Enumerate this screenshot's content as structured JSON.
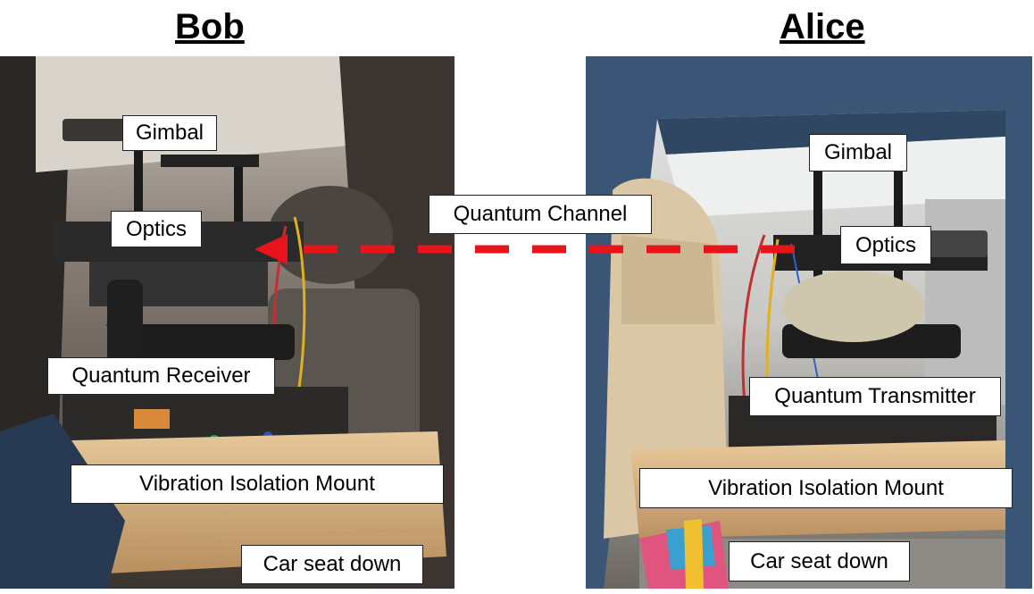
{
  "headings": {
    "left": "Bob",
    "right": "Alice"
  },
  "bob": {
    "gimbal": "Gimbal",
    "optics": "Optics",
    "receiver": "Quantum Receiver",
    "mount": "Vibration Isolation Mount",
    "seat": "Car seat down"
  },
  "alice": {
    "gimbal": "Gimbal",
    "optics": "Optics",
    "transmitter": "Quantum Transmitter",
    "mount": "Vibration Isolation Mount",
    "seat": "Car seat down"
  },
  "channel": {
    "label": "Quantum Channel",
    "color": "#e8141c"
  },
  "colors": {
    "car_interior_dark": "#2a2420",
    "wood": "#d9b88a",
    "car_blue": "#3b5577"
  }
}
